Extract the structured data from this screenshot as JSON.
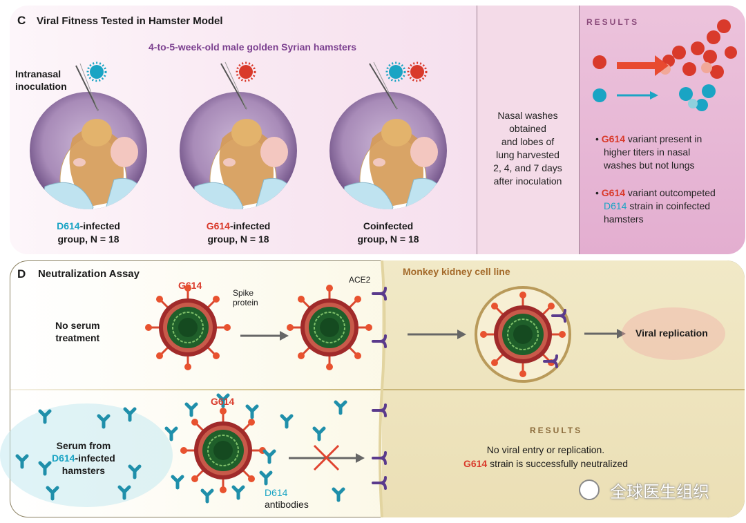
{
  "panel_c": {
    "letter": "C",
    "title": "Viral Fitness Tested in Hamster Model",
    "subtitle": "4-to-5-week-old male golden Syrian hamsters",
    "inoculation_label_1": "Intranasal",
    "inoculation_label_2": "inoculation",
    "groups": [
      {
        "strain": "D614",
        "suffix": "-infected",
        "line2": "group, N = 18"
      },
      {
        "strain": "G614",
        "suffix": "-infected",
        "line2": "group, N = 18"
      },
      {
        "strain": "",
        "suffix": "Coinfected",
        "line2": "group, N = 18"
      }
    ],
    "middle_text": [
      "Nasal washes",
      "obtained",
      "and lobes of",
      "lung harvested",
      "2, 4, and 7 days",
      "after inoculation"
    ],
    "results_label": "RESULTS",
    "bullets": [
      {
        "strain": "G614",
        "line1": " variant present in",
        "line2": "higher titers in nasal",
        "line3": "washes but not lungs"
      },
      {
        "strain": "G614",
        "line1": " variant outcompeted",
        "strain2": "D614",
        "line2": " strain in coinfected",
        "line3": "hamsters"
      }
    ]
  },
  "panel_d": {
    "letter": "D",
    "title": "Neutralization Assay",
    "cell_line_label": "Monkey kidney cell line",
    "g614_label": "G614",
    "g614_label_2": "G614",
    "spike_label_1": "Spike",
    "spike_label_2": "protein",
    "ace2_label": "ACE2",
    "no_serum_1": "No serum",
    "no_serum_2": "treatment",
    "viral_replication": "Viral replication",
    "serum_1": "Serum from",
    "serum_strain": "D614",
    "serum_2": "-infected",
    "serum_3": "hamsters",
    "antibody_strain": "D614",
    "antibody_label": "antibodies",
    "results_label": "RESULTS",
    "results_line1": "No viral entry or replication.",
    "results_strain": "G614",
    "results_line2": " strain is successfully neutralized"
  },
  "watermark": "全球医生组织",
  "colors": {
    "red_virus": "#d93a2b",
    "teal_virus": "#1aa4c4",
    "purple_text": "#7b3f8f",
    "ace2": "#5a3a8c",
    "virus_core": "#1f5f2a"
  }
}
